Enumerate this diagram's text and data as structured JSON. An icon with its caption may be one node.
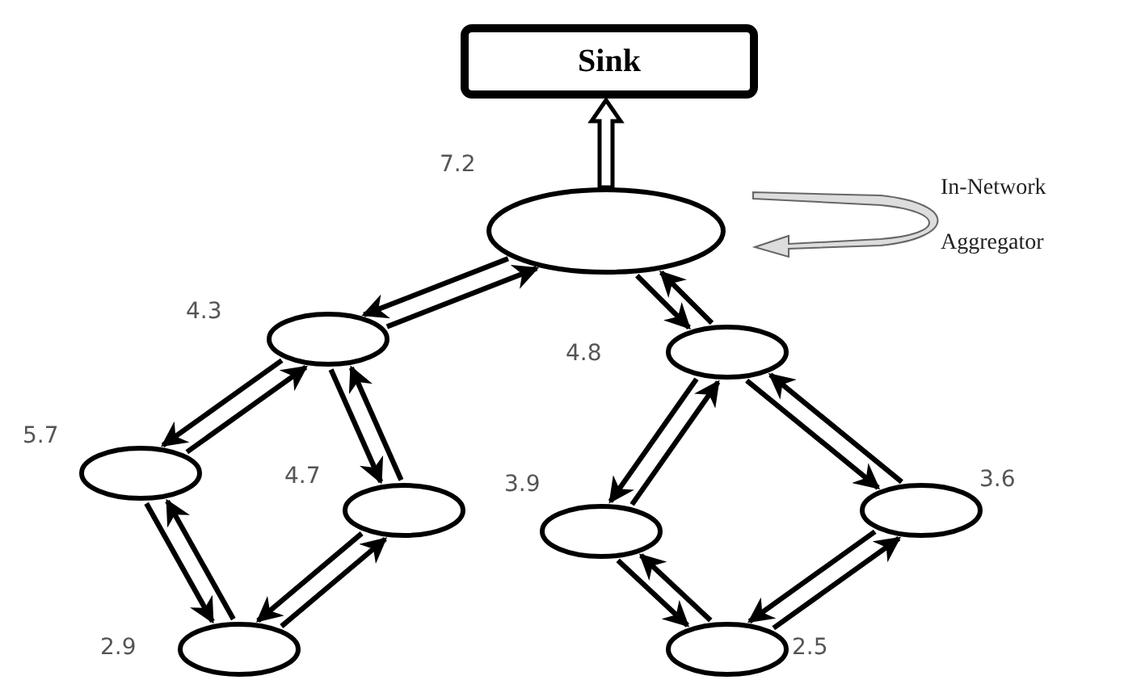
{
  "diagram": {
    "nodes": [
      {
        "text": [
          "Sink"
        ]
      },
      {
        "text": [],
        "shape": "ellipse",
        "beside": [
          "7.2"
        ]
      },
      {
        "text": [],
        "shape": "ellipse",
        "beside": [
          "4.3"
        ]
      },
      {
        "text": [],
        "shape": "ellipse",
        "beside": [
          "4.8"
        ]
      },
      {
        "text": [],
        "shape": "ellipse",
        "beside": [
          "5.7"
        ]
      },
      {
        "text": [],
        "shape": "ellipse",
        "beside": [
          "4.7"
        ]
      },
      {
        "text": [],
        "shape": "ellipse",
        "beside": [
          "2.9"
        ]
      },
      {
        "text": [],
        "shape": "ellipse",
        "beside": [
          "3.9"
        ]
      },
      {
        "text": [],
        "shape": "ellipse",
        "beside": [
          "3.6"
        ]
      },
      {
        "text": [],
        "shape": "ellipse",
        "beside": [
          "2.5"
        ]
      }
    ],
    "edges": [
      {
        "from": 1,
        "to": 0,
        "arrow": "to",
        "style": "thick"
      },
      {
        "from": 2,
        "to": 1,
        "arrow": "to"
      },
      {
        "from": 1,
        "to": 2,
        "arrow": "to"
      },
      {
        "from": 1,
        "to": 3,
        "arrow": "to"
      },
      {
        "from": 3,
        "to": 1,
        "arrow": "to"
      },
      {
        "from": 4,
        "to": 2,
        "arrow": "to"
      },
      {
        "from": 2,
        "to": 4,
        "arrow": "to"
      },
      {
        "from": 2,
        "to": 5,
        "arrow": "to"
      },
      {
        "from": 5,
        "to": 2,
        "arrow": "to"
      },
      {
        "from": 6,
        "to": 4,
        "arrow": "to"
      },
      {
        "from": 4,
        "to": 6,
        "arrow": "to"
      },
      {
        "from": 6,
        "to": 5,
        "arrow": "to"
      },
      {
        "from": 5,
        "to": 6,
        "arrow": "to"
      },
      {
        "from": 3,
        "to": 7,
        "arrow": "to"
      },
      {
        "from": 7,
        "to": 3,
        "arrow": "to"
      },
      {
        "from": 3,
        "to": 8,
        "arrow": "to"
      },
      {
        "from": 8,
        "to": 3,
        "arrow": "to"
      },
      {
        "from": 9,
        "to": 7,
        "arrow": "to"
      },
      {
        "from": 7,
        "to": 9,
        "arrow": "to"
      },
      {
        "from": 9,
        "to": 8,
        "arrow": "to"
      },
      {
        "from": 8,
        "to": 9,
        "arrow": "to"
      }
    ],
    "labels": [
      "In-Network Aggregator"
    ]
  }
}
